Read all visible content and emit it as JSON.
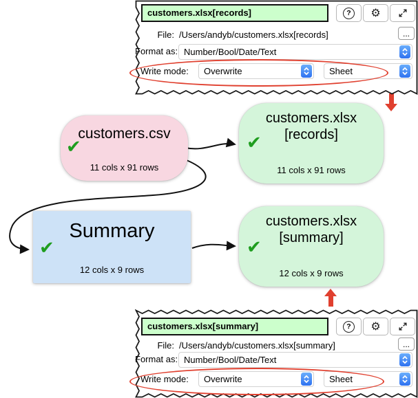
{
  "panels": {
    "top": {
      "title": "customers.xlsx[records]",
      "file_label": "File:",
      "file_value": "/Users/andyb/customers.xlsx[records]",
      "browse": "...",
      "format_label": "Format as:",
      "format_value": "Number/Bool/Date/Text",
      "write_mode_label": "Write mode:",
      "write_mode_value": "Overwrite",
      "write_target_value": "Sheet"
    },
    "bottom": {
      "title": "customers.xlsx[summary]",
      "file_label": "File:",
      "file_value": "/Users/andyb/customers.xlsx[summary]",
      "browse": "...",
      "format_label": "Format as:",
      "format_value": "Number/Bool/Date/Text",
      "write_mode_label": "Write mode:",
      "write_mode_value": "Overwrite",
      "write_target_value": "Sheet"
    }
  },
  "nodes": {
    "csv": {
      "title": "customers.csv",
      "stats": "11 cols x 91 rows"
    },
    "records": {
      "title_line1": "customers.xlsx",
      "title_line2": "[records]",
      "stats": "11 cols x 91 rows"
    },
    "summary": {
      "title": "Summary",
      "stats": "12 cols x 9 rows"
    },
    "xlsx_summary": {
      "title_line1": "customers.xlsx",
      "title_line2": "[summary]",
      "stats": "12 cols x 9 rows"
    }
  },
  "icons": {
    "help": "?",
    "gear": "⚙",
    "check": "✔"
  },
  "colors": {
    "titlebar_green": "#ccffcc",
    "node_green": "#d4f5da",
    "node_pink": "#f8d7e1",
    "node_blue": "#cde2f7",
    "annotation_red": "#e0402f",
    "combo_button_blue": "#2f72f0",
    "check_green": "#1f9d1f"
  }
}
